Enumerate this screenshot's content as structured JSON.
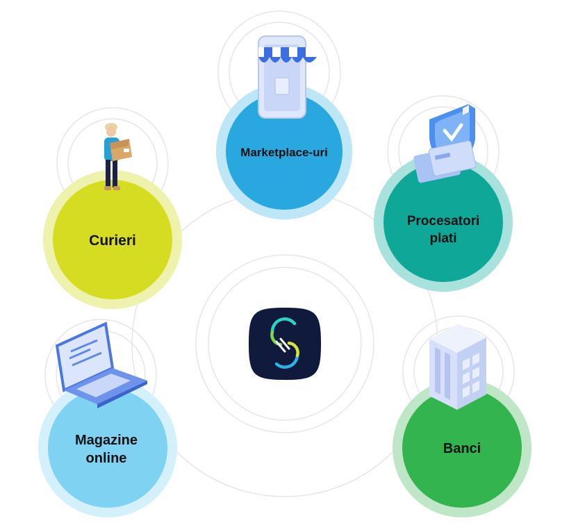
{
  "center": {
    "logo_name": "hub-logo",
    "color": "#0f1a3d",
    "accent": "#2bd4c2"
  },
  "nodes": [
    {
      "id": "marketplace",
      "label": [
        "Marketplace-uri"
      ],
      "icon": "storefront-phone-icon",
      "fill": "#29a8e0",
      "halo": "#bde6f7"
    },
    {
      "id": "procesatori",
      "label": [
        "Procesatori",
        "plati"
      ],
      "icon": "shield-card-icon",
      "fill": "#0fa898",
      "halo": "#a9e2dc"
    },
    {
      "id": "banci",
      "label": [
        "Banci"
      ],
      "icon": "bank-building-icon",
      "fill": "#34b44e",
      "halo": "#bfe6c6"
    },
    {
      "id": "magazine",
      "label": [
        "Magazine",
        "online"
      ],
      "icon": "laptop-icon",
      "fill": "#7fd2f2",
      "halo": "#d3f0fb"
    },
    {
      "id": "curieri",
      "label": [
        "Curieri"
      ],
      "icon": "courier-person-icon",
      "fill": "#d5dc22",
      "halo": "#eef2ad"
    }
  ]
}
